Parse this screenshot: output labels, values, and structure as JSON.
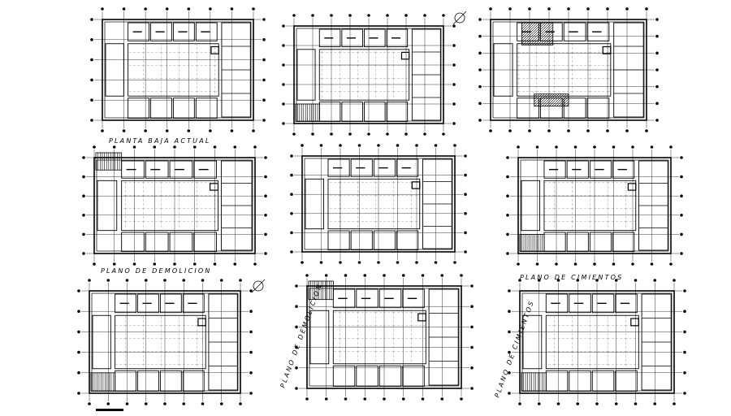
{
  "drawing": {
    "line_color": "#000000",
    "background": "#ffffff",
    "titles": {
      "planta_baja": "PLANTA BAJA ACTUAL",
      "demolicion_1": "PLANO DE DEMOLICION",
      "cimientos_1": "PLANO DE CIMIENTOS",
      "demolicion_2": "PLANO DE DEMOLICION",
      "cimientos_2": "PLANO DE CIMIENTOS"
    }
  }
}
